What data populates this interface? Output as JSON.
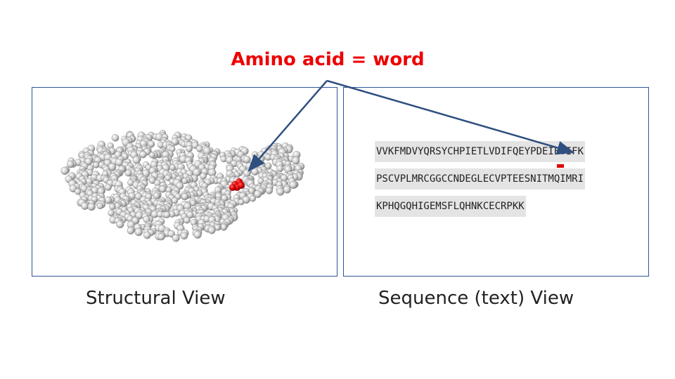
{
  "title": {
    "text": "Amino acid = word",
    "color": "#ee0000"
  },
  "structural_view": {
    "caption": "Structural View",
    "atom_color": "#d8d8d8",
    "highlight_color": "#e00000"
  },
  "sequence_view": {
    "caption": "Sequence (text) View",
    "lines": [
      "VVKFMDVYQRSYCHPIETLVDIFQEYPDEIEYIFK",
      "PSCVPLMRCGGCCNDEGLECVPTEESNITMQIMRI",
      "KPHQGQHIGEMSFLQHNKCECRPKK"
    ],
    "highlight_color": "#e00000"
  },
  "arrow_color": "#2f4f80",
  "frame_color": "#2f5597"
}
